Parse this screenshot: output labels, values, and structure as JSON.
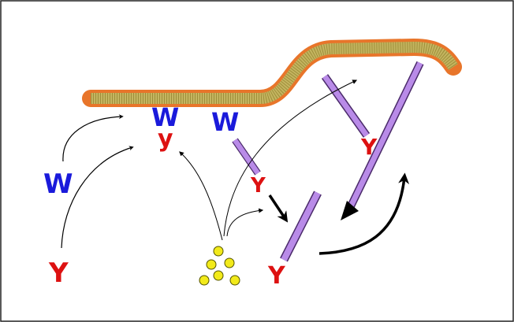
{
  "diagram": {
    "colors": {
      "background": "#ffffff",
      "frame": "#222222",
      "membrane_outer": "#e8752a",
      "membrane_inner": "#c4b560",
      "membrane_stripe": "#b8a84f",
      "blue_glyph": "#1a1adb",
      "red_glyph": "#dd1111",
      "rod_fill": "#b98be8",
      "rod_stroke": "#4a2a6a",
      "bead_fill": "#f2ea1a",
      "bead_stroke": "#555500",
      "arrow": "#000000"
    },
    "icons": {
      "bead": "yellow-circle",
      "rod": "purple-rod",
      "receptor_w": "w-shaped-receptor",
      "receptor_y": "y-shaped-receptor"
    },
    "bead_count": 6
  }
}
